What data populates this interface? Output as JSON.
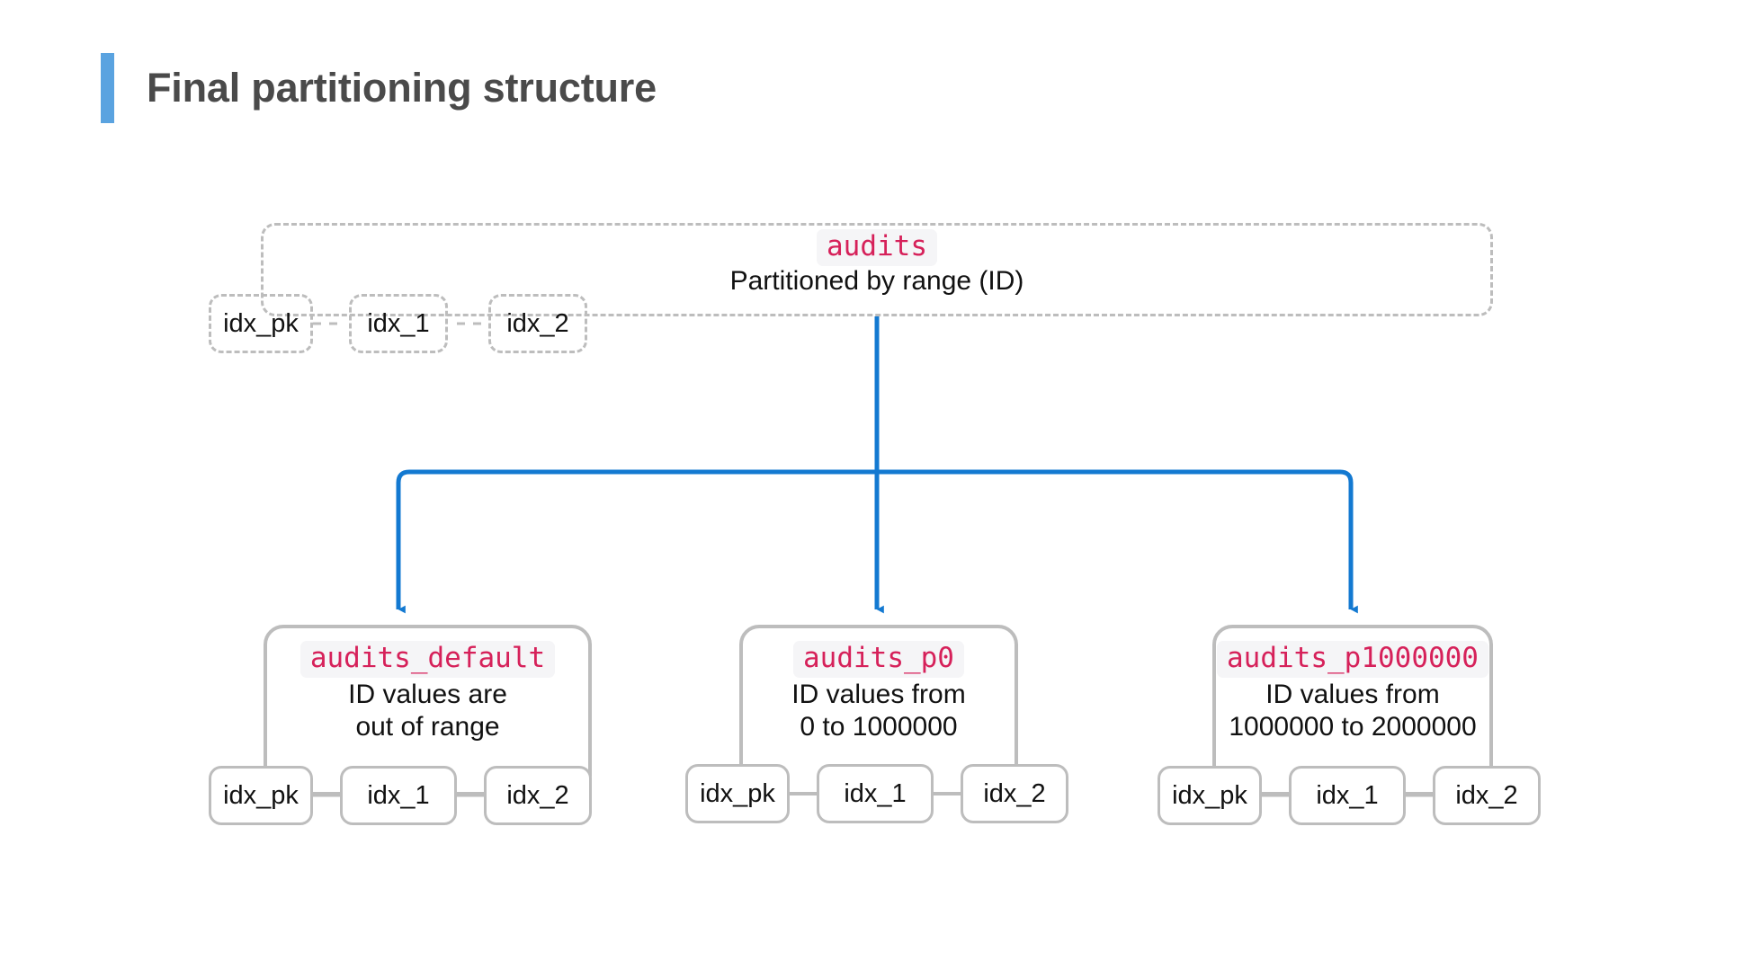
{
  "page": {
    "title": "Final partitioning structure",
    "accent_color": "#5AA3E0",
    "code_color": "#D6215A",
    "arrow_color": "#1379D1",
    "border_color": "#bdbdbd"
  },
  "diagram": {
    "type": "tree",
    "parent": {
      "name": "audits",
      "description": "Partitioned by range (ID)",
      "style": "dashed",
      "indexes": [
        {
          "label": "idx_pk"
        },
        {
          "label": "idx_1"
        },
        {
          "label": "idx_2"
        }
      ]
    },
    "partitions": [
      {
        "name": "audits_default",
        "desc_line1": "ID values are",
        "desc_line2": "out of range",
        "indexes": [
          {
            "label": "idx_pk"
          },
          {
            "label": "idx_1"
          },
          {
            "label": "idx_2"
          }
        ]
      },
      {
        "name": "audits_p0",
        "desc_line1": "ID values from",
        "desc_line2": "0 to 1000000",
        "indexes": [
          {
            "label": "idx_pk"
          },
          {
            "label": "idx_1"
          },
          {
            "label": "idx_2"
          }
        ]
      },
      {
        "name": "audits_p1000000",
        "desc_line1": "ID values from",
        "desc_line2": "1000000 to 2000000",
        "indexes": [
          {
            "label": "idx_pk"
          },
          {
            "label": "idx_1"
          },
          {
            "label": "idx_2"
          }
        ]
      }
    ]
  }
}
